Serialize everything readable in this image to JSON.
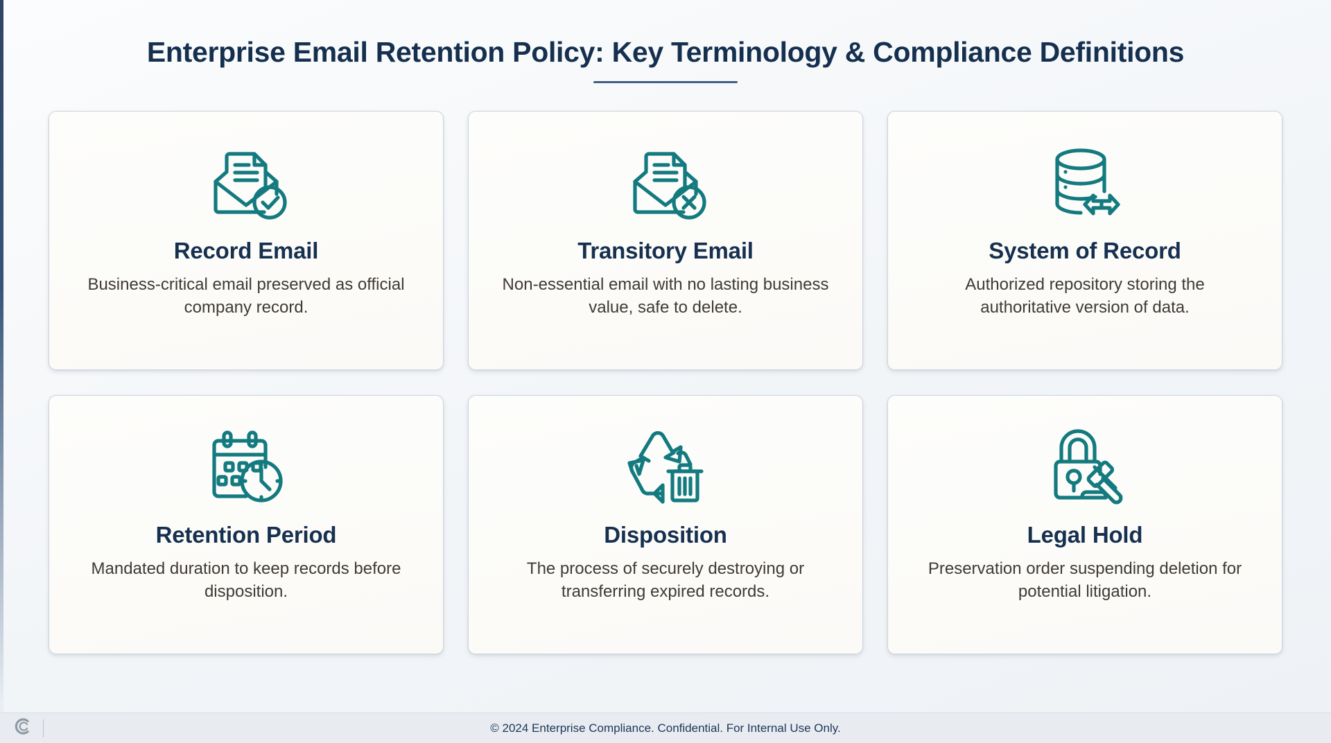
{
  "header": {
    "title": "Enterprise Email Retention Policy: Key Terminology & Compliance Definitions"
  },
  "colors": {
    "accent_navy": "#16304f",
    "icon_teal": "#137a7f",
    "body_text": "#3f3a34",
    "card_bg": "#fdfdfb",
    "card_border": "#ccd4dd",
    "page_bg": "#f2f5f8",
    "footer_bg": "#e8ecf1",
    "logo_gray": "#8f99a5"
  },
  "cards": [
    {
      "icon": "envelope-document-check-icon",
      "title": "Record Email",
      "description": "Business-critical email preserved as official company record."
    },
    {
      "icon": "envelope-document-x-icon",
      "title": "Transitory Email",
      "description": "Non-essential email with no lasting business value, safe to delete."
    },
    {
      "icon": "database-exchange-icon",
      "title": "System of Record",
      "description": "Authorized repository storing the authoritative version of data."
    },
    {
      "icon": "calendar-clock-icon",
      "title": "Retention Period",
      "description": "Mandated duration to keep records before disposition."
    },
    {
      "icon": "recycle-trash-icon",
      "title": "Disposition",
      "description": "The process of securely destroying or transferring expired records."
    },
    {
      "icon": "lock-gavel-icon",
      "title": "Legal Hold",
      "description": "Preservation order suspending deletion for potential litigation."
    }
  ],
  "footer": {
    "logo": "c-monogram-logo",
    "text": "© 2024 Enterprise Compliance. Confidential. For Internal Use Only."
  }
}
